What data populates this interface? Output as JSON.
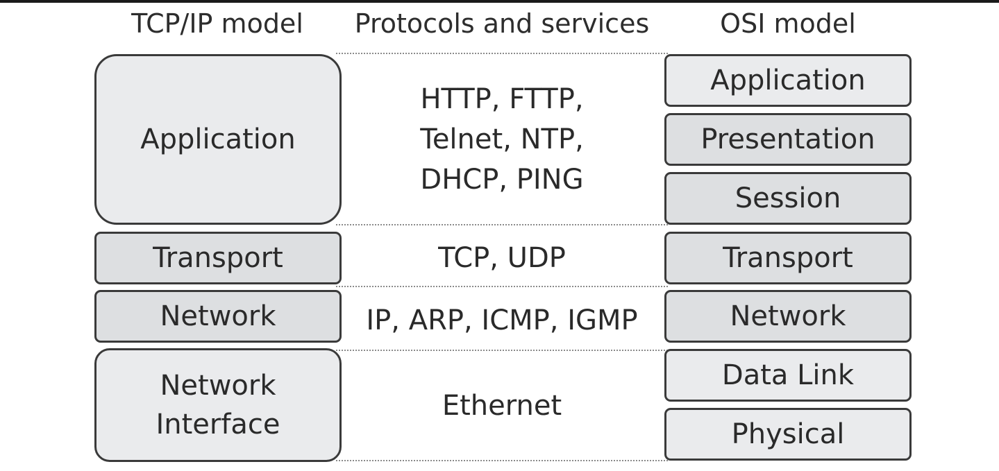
{
  "headers": {
    "tcpip": "TCP/IP model",
    "protocols": "Protocols and services",
    "osi": "OSI model"
  },
  "tcpip_layers": {
    "application": "Application",
    "transport": "Transport",
    "network": "Network",
    "network_interface_line1": "Network",
    "network_interface_line2": "Interface"
  },
  "protocols": {
    "application_line1": "HTTP, FTTP,",
    "application_line2": "Telnet, NTP,",
    "application_line3": "DHCP, PING",
    "transport": "TCP, UDP",
    "network": "IP, ARP, ICMP, IGMP",
    "network_interface": "Ethernet"
  },
  "osi_layers": {
    "application": "Application",
    "presentation": "Presentation",
    "session": "Session",
    "transport": "Transport",
    "network": "Network",
    "data_link": "Data Link",
    "physical": "Physical"
  }
}
